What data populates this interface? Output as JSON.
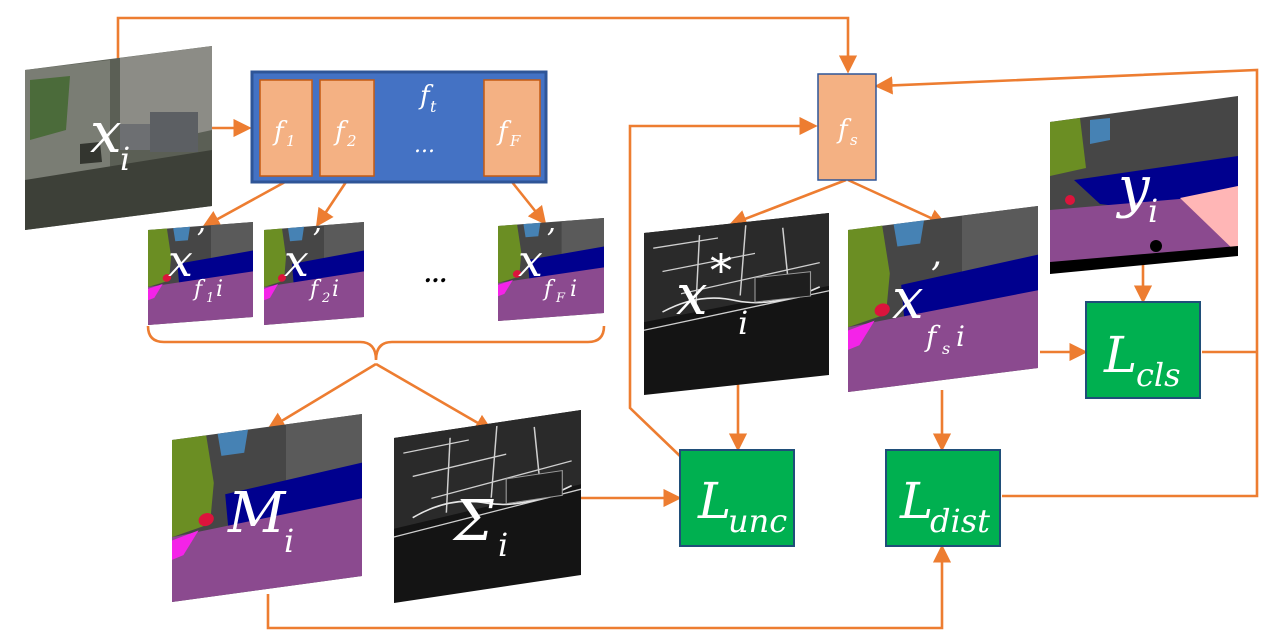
{
  "colors": {
    "arrow": "#ed7d31",
    "teacher_box": "#4472c4",
    "teacher_border": "#2f5597",
    "model_box": "#f4b183",
    "model_border": "#c55a11",
    "loss_box": "#00b050",
    "loss_border": "#1f4e79",
    "seg_road": "#8b4a8f",
    "seg_car": "#00008e",
    "seg_veg": "#6b8e23",
    "seg_sky": "#4682b4",
    "seg_build": "#464646",
    "seg_sidewalk": "#f423e8",
    "seg_person": "#dc143c"
  },
  "nodes": {
    "input": {
      "base": "x",
      "sub": "i"
    },
    "teacher": {
      "label_base": "f",
      "label_sub": "t",
      "ellipsis": "...",
      "models": [
        {
          "base": "f",
          "sub": "1"
        },
        {
          "base": "f",
          "sub": "2"
        },
        {
          "base": "f",
          "sub": "F"
        }
      ]
    },
    "outputs": [
      {
        "base": "x",
        "prime": "’",
        "sub_f": "f",
        "sub_ix": "1",
        "sub_i": "i"
      },
      {
        "base": "x",
        "prime": "’",
        "sub_f": "f",
        "sub_ix": "2",
        "sub_i": "i"
      },
      {
        "base": "x",
        "prime": "’",
        "sub_f": "f",
        "sub_ix": "F",
        "sub_i": "i"
      }
    ],
    "outputs_ellipsis": "...",
    "mean": {
      "base": "M",
      "sub": "i"
    },
    "variance": {
      "base": "Σ",
      "sub": "i"
    },
    "student": {
      "base": "f",
      "sub": "s"
    },
    "uncertainty": {
      "base": "x",
      "star": "*",
      "sub": "i"
    },
    "student_pred": {
      "base": "x",
      "prime": "’",
      "sub_f": "f",
      "sub_s": "s",
      "sub_i": "i"
    },
    "ground_truth": {
      "base": "y",
      "sub": "i"
    },
    "losses": {
      "unc": {
        "base": "L",
        "sub": "unc"
      },
      "dist": {
        "base": "L",
        "sub": "dist"
      },
      "cls": {
        "base": "L",
        "sub": "cls"
      }
    }
  }
}
